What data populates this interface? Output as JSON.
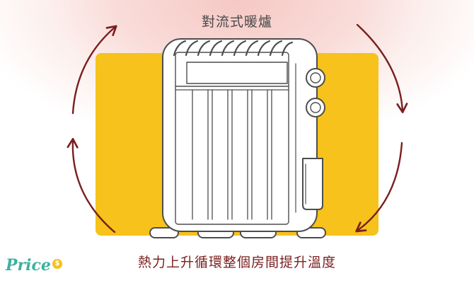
{
  "title": "對流式暖爐",
  "caption": "熱力上升循環整個房間提升溫度",
  "logo": {
    "text": "Price",
    "badge": "$"
  },
  "colors": {
    "background_panel": "#f6c21b",
    "arrows": "#7a1f1f",
    "heater_outline": "#4d4d4d",
    "heater_fill": "#ffffff",
    "heat_glow": "#f6c8c4",
    "logo": "#3fb0a0"
  }
}
